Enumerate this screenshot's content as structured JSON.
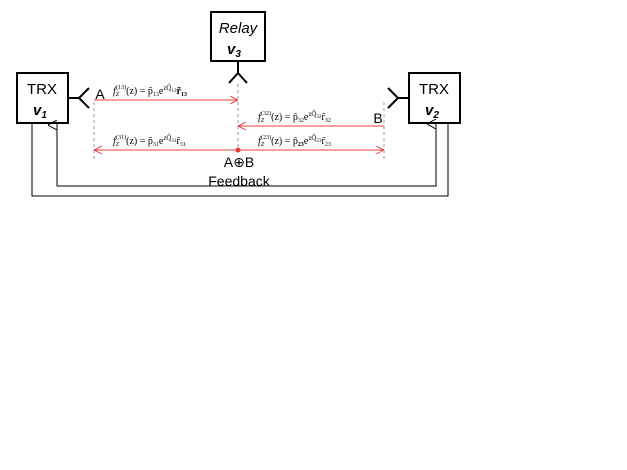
{
  "colors": {
    "signal": "#e8413b",
    "guide": "#9a9a9a",
    "ink": "#000000"
  },
  "nodes": {
    "relay": {
      "name": "Relay",
      "var": "v",
      "sub": "3"
    },
    "trx1": {
      "name": "TRX",
      "var": "v",
      "sub": "1"
    },
    "trx2": {
      "name": "TRX",
      "var": "v",
      "sub": "2"
    }
  },
  "labels": {
    "a": "A",
    "b": "B",
    "xor": "A⊕B",
    "feedback": "Feedback"
  },
  "equations": {
    "f13": {
      "lhs": "f",
      "lsub": "Z",
      "lsup": "(13)",
      "mid": "(z) = p̃",
      "psub": "13",
      "e": "e",
      "esup": "zQ̃",
      "esupsub": "13",
      "r": "r̃",
      "rsub": "13"
    },
    "f32": {
      "lhs": "f",
      "lsub": "Z",
      "lsup": "(32)",
      "mid": "(z) = p̃",
      "psub": "32",
      "e": "e",
      "esup": "zQ̃",
      "esupsub": "32",
      "r": "r̃",
      "rsub": "32"
    },
    "f31": {
      "lhs": "f",
      "lsub": "Z",
      "lsup": "(31)",
      "mid": "(z) = p̃",
      "psub": "31",
      "e": "e",
      "esup": "zQ̃",
      "esupsub": "31",
      "r": "r̃",
      "rsub": "31"
    },
    "f23": {
      "lhs": "f",
      "lsub": "Z",
      "lsup": "(23)",
      "mid": "(z) = p̃",
      "psub": "23",
      "e": "e",
      "esup": "zQ̃",
      "esupsub": "23",
      "r": "r̃",
      "rsub": "23"
    }
  }
}
